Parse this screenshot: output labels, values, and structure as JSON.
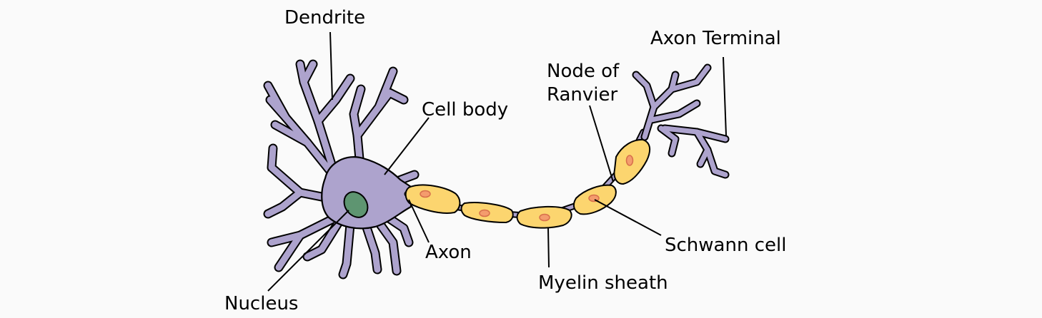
{
  "colors": {
    "background": "#fafafa",
    "neuron_fill": "#ada3cd",
    "neuron_outline": "#000000",
    "myelin_fill": "#fcd56f",
    "schwann_nucleus_fill": "#f49c6d",
    "schwann_nucleus_stroke": "#d76f4b",
    "nucleus_fill": "#5e9571",
    "text": "#000000"
  },
  "labels": {
    "dendrite": "Dendrite",
    "cell_body": "Cell body",
    "node_of_ranvier_line1": "Node of",
    "node_of_ranvier_line2": "Ranvier",
    "axon_terminal": "Axon Terminal",
    "schwann_cell": "Schwann cell",
    "myelin_sheath": "Myelin sheath",
    "nucleus": "Nucleus",
    "axon": "Axon"
  }
}
